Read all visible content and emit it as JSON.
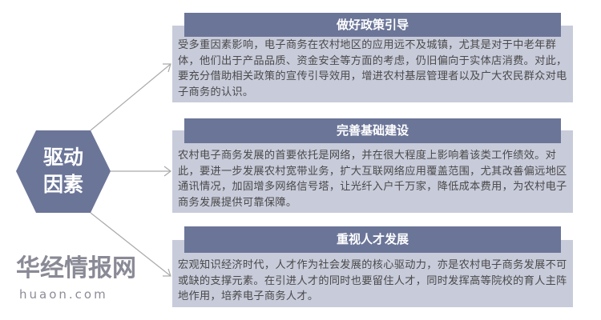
{
  "center": {
    "line1": "驱动",
    "line2": "因素"
  },
  "items": [
    {
      "title": "做好政策引导",
      "text": "受多重因素影响，电子商务在农村地区的应用远不及城镇，尤其是对于中老年群体，他们出于产品品质、资金安全等方面的考虑，仍旧偏向于实体店消费。对此，要充分借助相关政策的宣传引导效用，增进农村基层管理者以及广大农民群众对电子商务的认识。"
    },
    {
      "title": "完善基础建设",
      "text": "农村电子商务发展的首要依托是网络，并在很大程度上影响着该类工作绩效。对此，要进一步发展农村宽带业务，扩大互联网络应用覆盖范围，尤其改善偏远地区通讯情况，加固增多网络信号塔，让光纤入户千万家，降低成本费用，为农村电子商务发展提供可靠保障。"
    },
    {
      "title": "重视人才发展",
      "text": "宏观知识经济时代，人才作为社会发展的核心驱动力，亦是农村电子商务发展不可或缺的支撑元素。在引进人才的同时也要留住人才，同时发挥高等院校的育人主阵地作用，培养电子商务人才。"
    }
  ],
  "watermark": {
    "name": "华经情报网",
    "url": "huaon.com"
  },
  "colors": {
    "header": "#6b7598",
    "body": "#c8cbda",
    "hexagon": "#6b7598",
    "connector": "#aaaaaa"
  }
}
